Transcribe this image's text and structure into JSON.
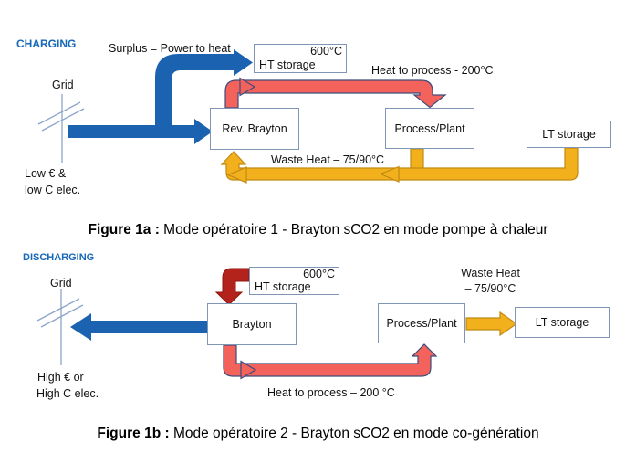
{
  "colors": {
    "accent_blue": "#1B62B0",
    "label_blue": "#1668B8",
    "red_salmon": "#F4625C",
    "red_arrow_outline": "#3D4C7C",
    "dark_red": "#B3231B",
    "yellow": "#F2B01D",
    "yellow_outline": "#C08A12",
    "box_border": "#7F96B6",
    "grid_symbol": "#8AA5C9"
  },
  "figure_1a": {
    "mode_label": "CHARGING",
    "surplus_label": "Surplus = Power to heat",
    "grid_label": "Grid",
    "grid_note_line1": "Low € &",
    "grid_note_line2": "low C elec.",
    "boxes": {
      "ht_storage": "HT storage",
      "ht_storage_temp": "600°C",
      "rev_brayton": "Rev. Brayton",
      "process_plant": "Process/Plant",
      "lt_storage": "LT storage"
    },
    "heat_to_process_label": "Heat to process - 200°C",
    "waste_heat_label": "Waste Heat – 75/90°C",
    "caption": {
      "prefix": "Figure 1a :",
      "text": " Mode opératoire 1 - Brayton sCO2 en mode pompe à chaleur"
    }
  },
  "figure_1b": {
    "mode_label": "DISCHARGING",
    "grid_label": "Grid",
    "grid_note_line1": "High €  or",
    "grid_note_line2": "High C elec.",
    "boxes": {
      "ht_storage": "HT storage",
      "ht_storage_temp": "600°C",
      "brayton": "Brayton",
      "process_plant": "Process/Plant",
      "lt_storage": "LT storage"
    },
    "heat_to_process_label": "Heat to process – 200 °C",
    "waste_heat_line1": "Waste Heat",
    "waste_heat_line2": "– 75/90°C",
    "caption": {
      "prefix": "Figure 1b :",
      "text": " Mode opératoire 2 - Brayton sCO2 en mode co-génération"
    }
  }
}
